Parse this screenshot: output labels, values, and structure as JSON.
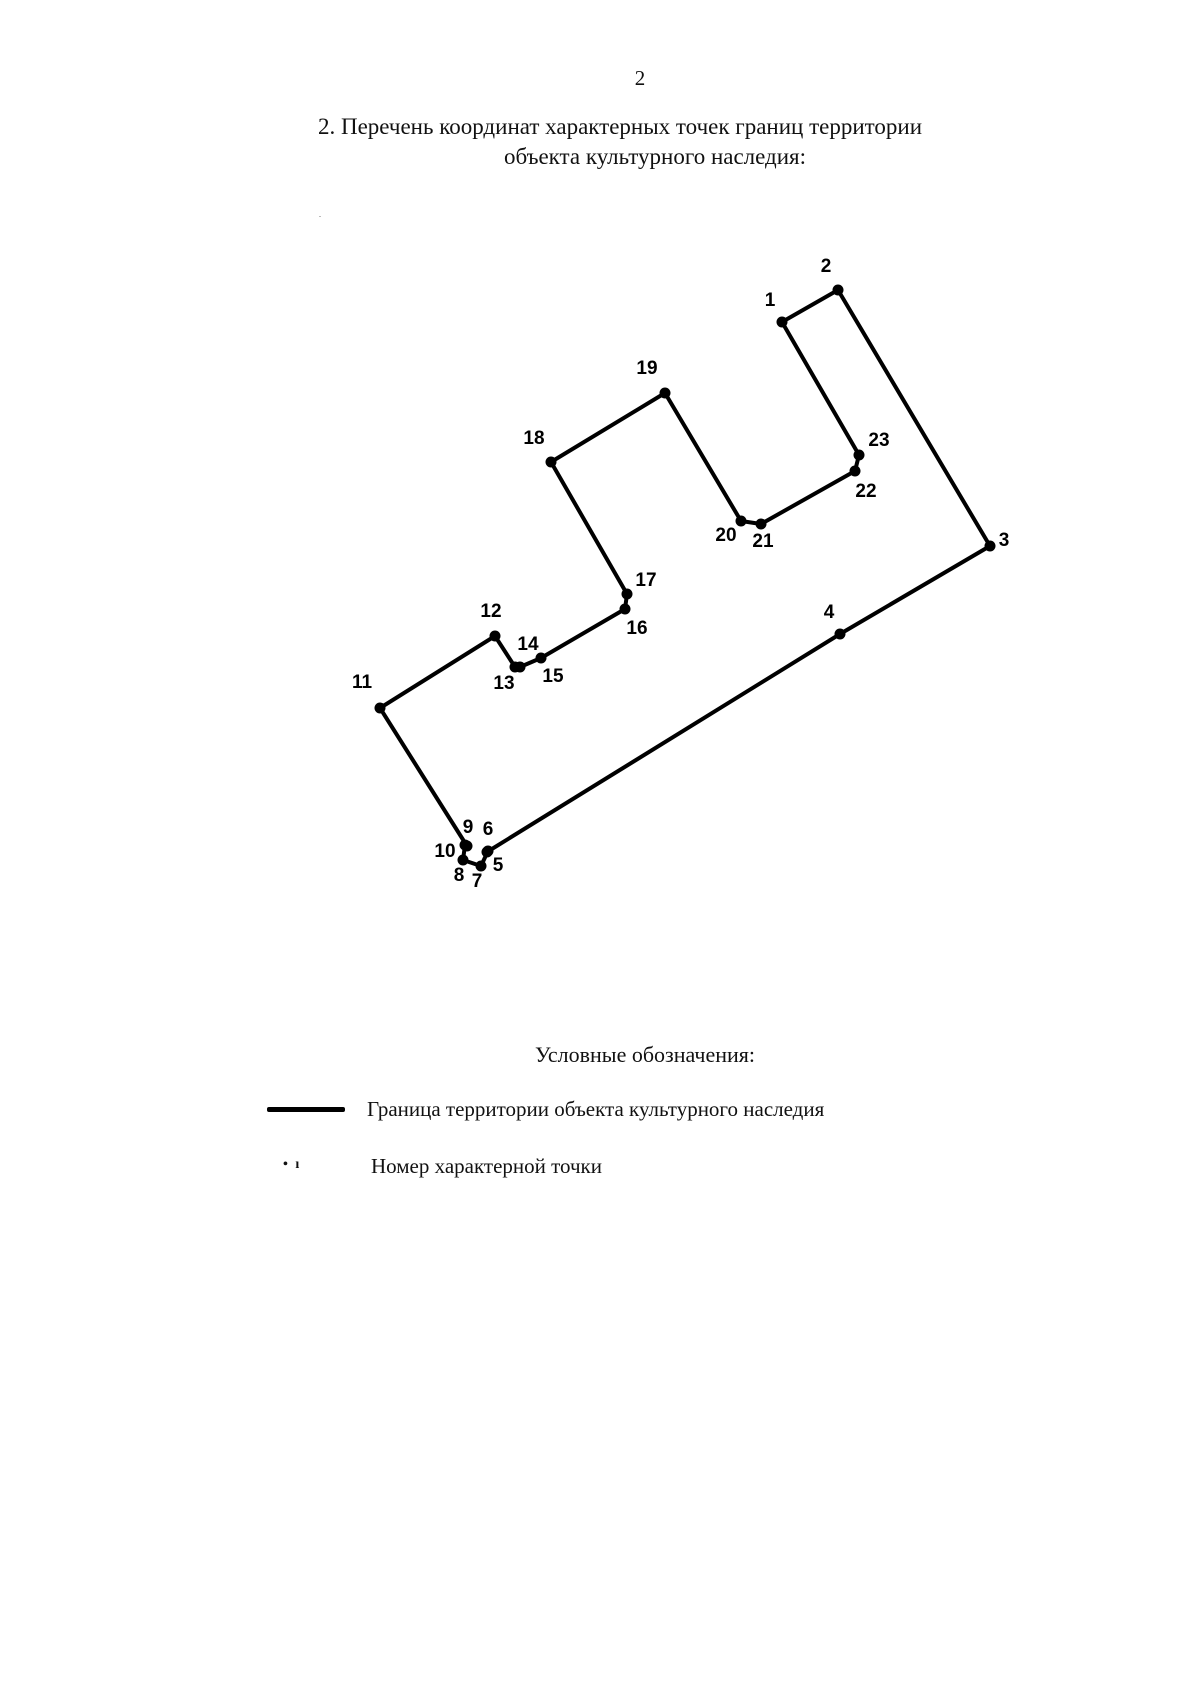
{
  "page_number": "2",
  "title": {
    "line1": "2. Перечень координат характерных точек границ территории",
    "line2": "объекта культурного наследия:"
  },
  "plan": {
    "line_color": "#000000",
    "points": [
      {
        "label": "1"
      },
      {
        "label": "2"
      },
      {
        "label": "3"
      },
      {
        "label": "4"
      },
      {
        "label": "5"
      },
      {
        "label": "6"
      },
      {
        "label": "7"
      },
      {
        "label": "8"
      },
      {
        "label": "9"
      },
      {
        "label": "10"
      },
      {
        "label": "11"
      },
      {
        "label": "12"
      },
      {
        "label": "13"
      },
      {
        "label": "14"
      },
      {
        "label": "15"
      },
      {
        "label": "16"
      },
      {
        "label": "17"
      },
      {
        "label": "18"
      },
      {
        "label": "19"
      },
      {
        "label": "20"
      },
      {
        "label": "21"
      },
      {
        "label": "22"
      },
      {
        "label": "23"
      }
    ]
  },
  "legend": {
    "title": "Условные обозначения:",
    "boundary_label": "Граница территории объекта культурного наследия",
    "point_symbol": "• ı",
    "point_label": "Номер характерной точки"
  }
}
